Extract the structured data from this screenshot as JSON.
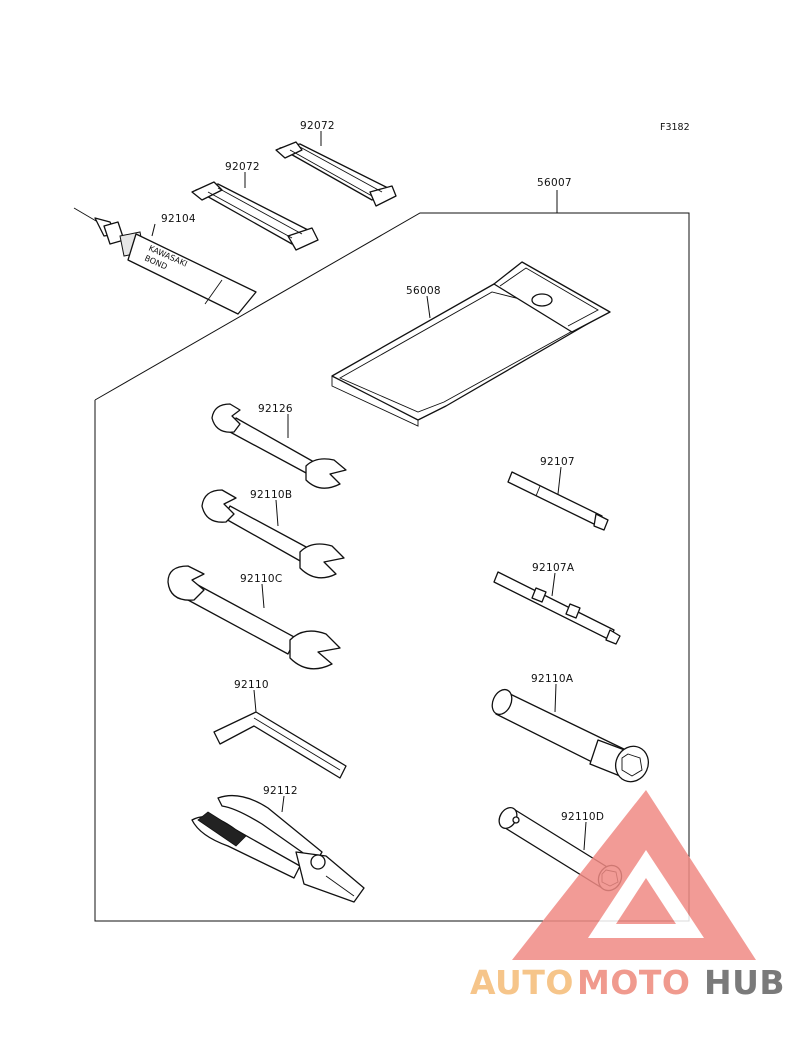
{
  "figure_id": "F3182",
  "parts": {
    "tool_kit": "56007",
    "tool_bag": "56008",
    "band_upper": "92072",
    "band_lower": "92072",
    "bond_tube": "92104",
    "bond_tube_print": [
      "KAWASAKI",
      "BOND"
    ],
    "wrench_92126": "92126",
    "wrench_92110B": "92110B",
    "wrench_92110C": "92110C",
    "hex_key": "92110",
    "pliers": "92112",
    "screwdriver": "92107",
    "screwdriver_A": "92107A",
    "box_wrench_A": "92110A",
    "box_wrench_D": "92110D"
  },
  "watermark": {
    "parts": [
      "AUTO",
      "MOTO",
      "HUB"
    ],
    "colors": {
      "auto": "#f6c58a",
      "moto": "#f09a8e",
      "hub": "#7a7a7a",
      "triangle": "#f08a84"
    }
  }
}
